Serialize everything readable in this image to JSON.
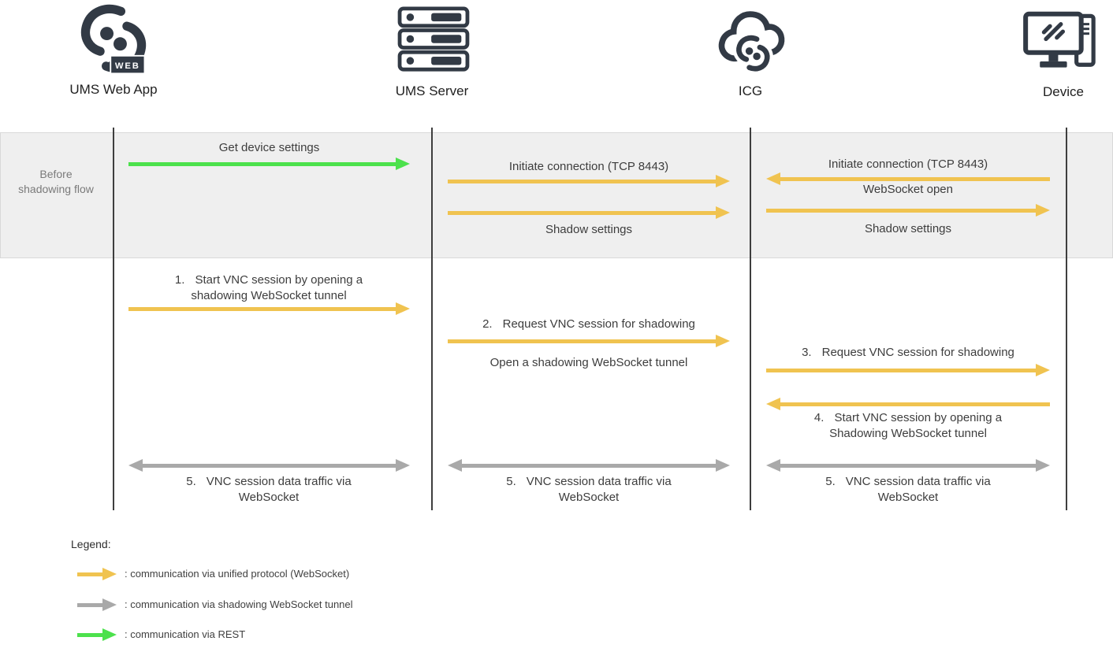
{
  "colors": {
    "unified_websocket": "#F0C350",
    "shadowing_tunnel": "#A9A9A9",
    "rest": "#4CE14C",
    "icon_dark": "#323A45",
    "band_background": "#EFEFEF"
  },
  "actors": [
    {
      "label": "UMS Web App",
      "badge": "WEB"
    },
    {
      "label": "UMS Server"
    },
    {
      "label": "ICG"
    },
    {
      "label": "Device"
    }
  ],
  "before_flow": {
    "band_label": "Before shadowing flow",
    "messages": [
      {
        "text": "Get device settings",
        "type": "rest",
        "from": "UMS Web App",
        "to": "UMS Server"
      },
      {
        "text": "Initiate connection (TCP 8443)",
        "type": "unified",
        "from": "UMS Server",
        "to": "ICG"
      },
      {
        "text": "Shadow settings",
        "type": "unified",
        "from": "UMS Server",
        "to": "ICG"
      },
      {
        "text": "Initiate connection (TCP 8443)",
        "type": "unified",
        "from": "Device",
        "to": "ICG"
      },
      {
        "text": "WebSocket open",
        "type": "unified",
        "from": "ICG",
        "to": "Device"
      },
      {
        "text": "Shadow settings",
        "type": "unified",
        "from": "ICG",
        "to": "Device"
      }
    ]
  },
  "main_flow": {
    "messages": [
      {
        "num": "1.",
        "text": "Start VNC session by opening a shadowing WebSocket tunnel",
        "type": "unified",
        "from": "UMS Web App",
        "to": "UMS Server"
      },
      {
        "num": "2.",
        "text": "Request VNC session for shadowing",
        "sub_text": "Open a shadowing WebSocket tunnel",
        "type": "unified",
        "from": "UMS Server",
        "to": "ICG"
      },
      {
        "num": "3.",
        "text": "Request VNC session for shadowing",
        "type": "unified",
        "from": "ICG",
        "to": "Device"
      },
      {
        "num": "4.",
        "text": "Start VNC session by opening a Shadowing WebSocket tunnel",
        "type": "unified",
        "from": "Device",
        "to": "ICG"
      },
      {
        "num": "5.",
        "text": "VNC session data traffic via WebSocket",
        "type": "shadowing-tunnel",
        "bidirectional": true
      }
    ]
  },
  "legend": {
    "title": "Legend:",
    "items": [
      {
        "label": ": communication via unified protocol (WebSocket)",
        "type": "unified",
        "color": "#F0C350"
      },
      {
        "label": ": communication via shadowing WebSocket tunnel",
        "type": "shadowing-tunnel",
        "color": "#A9A9A9"
      },
      {
        "label": ": communication via REST",
        "type": "rest",
        "color": "#4CE14C"
      }
    ]
  }
}
